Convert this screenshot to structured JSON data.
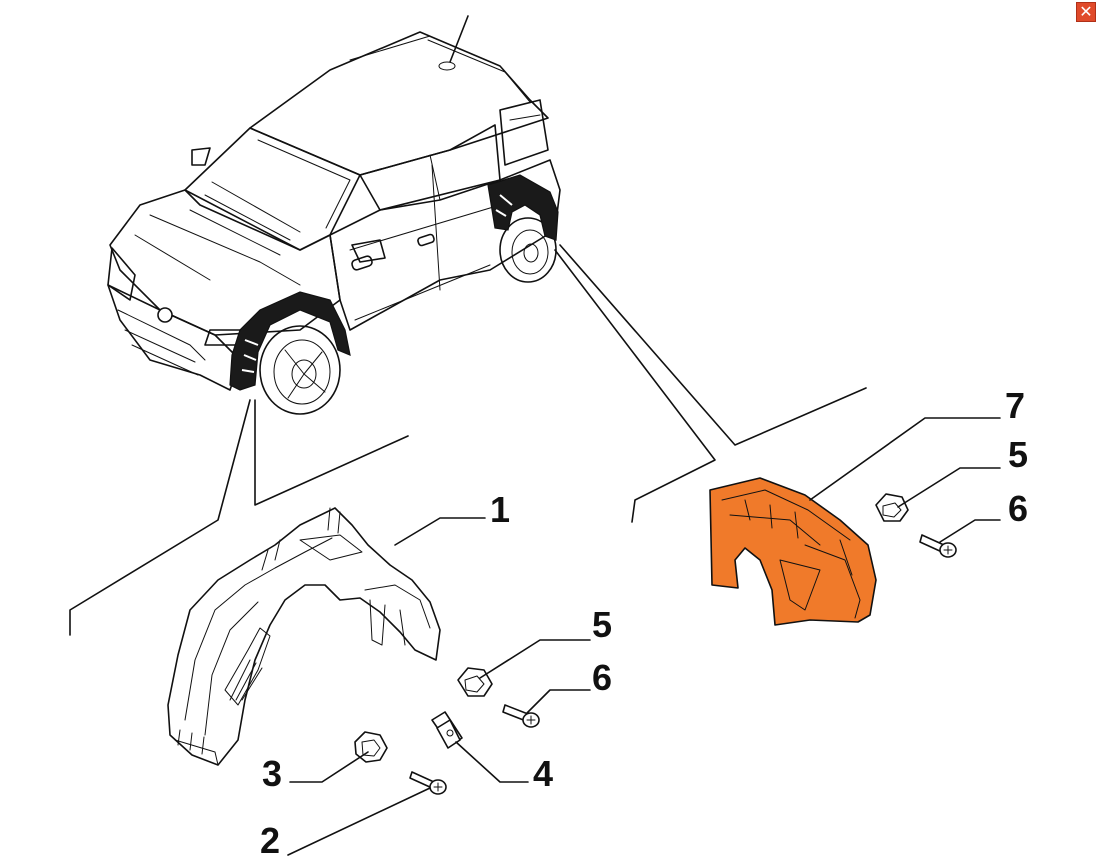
{
  "window": {
    "close_glyph": "✕"
  },
  "callouts": [
    {
      "id": "1",
      "label": "1"
    },
    {
      "id": "2",
      "label": "2"
    },
    {
      "id": "3",
      "label": "3"
    },
    {
      "id": "4",
      "label": "4"
    },
    {
      "id": "5a",
      "label": "5"
    },
    {
      "id": "6a",
      "label": "6"
    },
    {
      "id": "5b",
      "label": "5"
    },
    {
      "id": "6b",
      "label": "6"
    },
    {
      "id": "7",
      "label": "7"
    }
  ],
  "colors": {
    "highlight_part": "#f07a2a",
    "line": "#111111",
    "close_button": "#e04a2a"
  },
  "icons": {
    "close": "close-icon"
  }
}
